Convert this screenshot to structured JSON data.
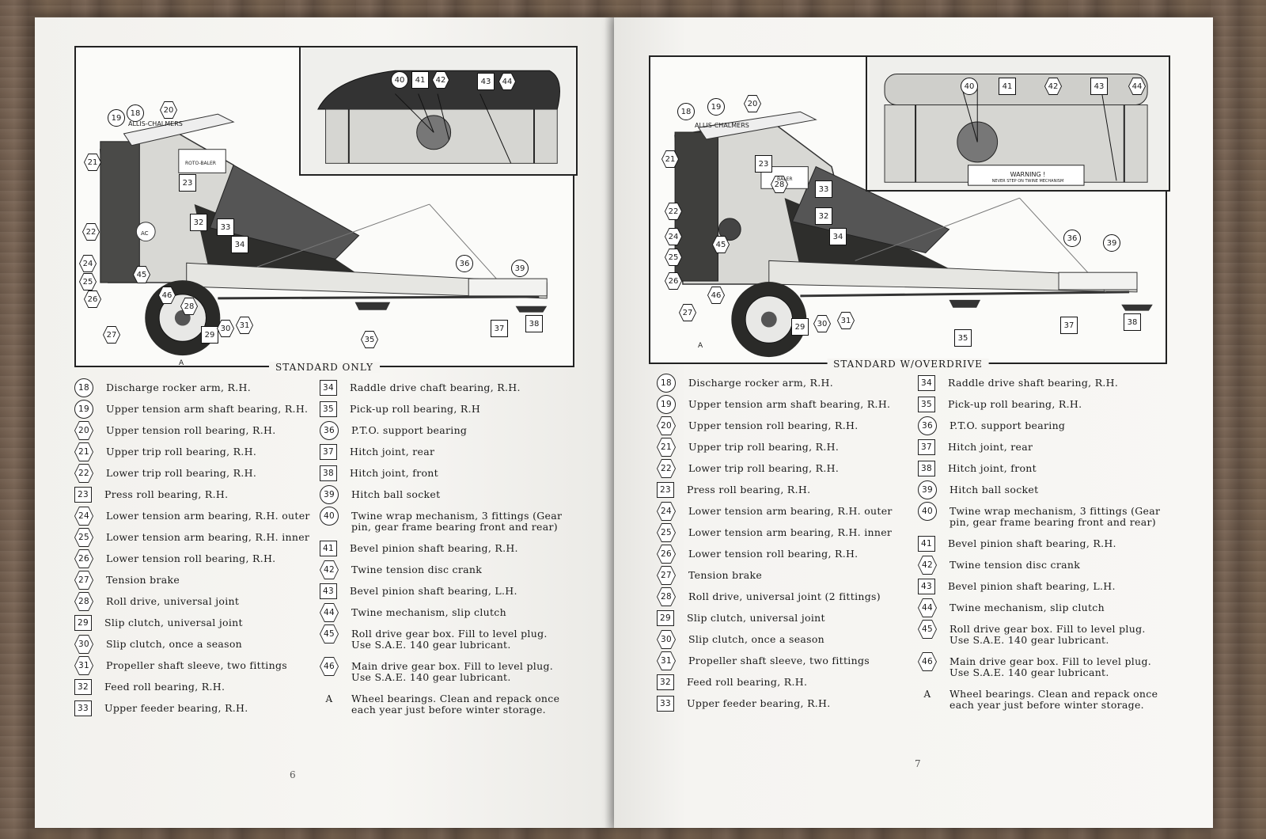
{
  "left_page": {
    "caption": "STANDARD ONLY",
    "page_number": "6",
    "brand_text": "ALLIS-CHALMERS",
    "badge_text": "AC",
    "baler_text": "ROTO-BALER",
    "wheel_letter": "A",
    "inset_callouts": [
      "40",
      "41",
      "42",
      "43",
      "44"
    ],
    "photo_callouts": [
      "18",
      "19",
      "20",
      "21",
      "22",
      "23",
      "24",
      "25",
      "26",
      "27",
      "28",
      "29",
      "30",
      "31",
      "32",
      "33",
      "34",
      "35",
      "36",
      "37",
      "38",
      "39",
      "45",
      "46"
    ],
    "legend_left": [
      {
        "num": "18",
        "shape": "circle",
        "text": "Discharge rocker arm, R.H."
      },
      {
        "num": "19",
        "shape": "circle",
        "text": "Upper tension arm shaft bearing, R.H."
      },
      {
        "num": "20",
        "shape": "hex",
        "text": "Upper tension roll bearing, R.H."
      },
      {
        "num": "21",
        "shape": "hex",
        "text": "Upper trip roll bearing, R.H."
      },
      {
        "num": "22",
        "shape": "hex",
        "text": "Lower trip roll bearing, R.H."
      },
      {
        "num": "23",
        "shape": "square",
        "text": "Press roll bearing, R.H."
      },
      {
        "num": "24",
        "shape": "hex",
        "text": "Lower tension arm bearing, R.H. outer"
      },
      {
        "num": "25",
        "shape": "hex",
        "text": "Lower tension arm bearing, R.H. inner"
      },
      {
        "num": "26",
        "shape": "hex",
        "text": "Lower tension roll bearing, R.H."
      },
      {
        "num": "27",
        "shape": "hex",
        "text": "Tension brake"
      },
      {
        "num": "28",
        "shape": "hex",
        "text": "Roll drive, universal joint"
      },
      {
        "num": "29",
        "shape": "square",
        "text": "Slip clutch, universal joint"
      },
      {
        "num": "30",
        "shape": "hex",
        "text": "Slip clutch, once a season"
      },
      {
        "num": "31",
        "shape": "hex",
        "text": "Propeller shaft sleeve, two fittings"
      },
      {
        "num": "32",
        "shape": "square",
        "text": "Feed roll bearing, R.H."
      },
      {
        "num": "33",
        "shape": "square",
        "text": "Upper feeder bearing, R.H."
      }
    ],
    "legend_right": [
      {
        "num": "34",
        "shape": "square",
        "text": "Raddle drive chaft bearing, R.H."
      },
      {
        "num": "35",
        "shape": "square",
        "text": "Pick-up roll bearing, R.H"
      },
      {
        "num": "36",
        "shape": "circle",
        "text": "P.T.O. support bearing"
      },
      {
        "num": "37",
        "shape": "square",
        "text": "Hitch joint, rear"
      },
      {
        "num": "38",
        "shape": "square",
        "text": "Hitch joint, front"
      },
      {
        "num": "39",
        "shape": "circle",
        "text": "Hitch ball socket"
      },
      {
        "num": "40",
        "shape": "circle",
        "text": "Twine wrap mechanism, 3 fittings (Gear\npin, gear frame bearing front and rear)",
        "tall": true
      },
      {
        "num": "41",
        "shape": "square",
        "text": "Bevel pinion shaft bearing, R.H."
      },
      {
        "num": "42",
        "shape": "hex",
        "text": "Twine tension disc crank"
      },
      {
        "num": "43",
        "shape": "square",
        "text": "Bevel pinion shaft bearing, L.H."
      },
      {
        "num": "44",
        "shape": "hex",
        "text": "Twine mechanism, slip clutch"
      },
      {
        "num": "45",
        "shape": "hex",
        "text": "Roll drive gear box. Fill to level plug.\nUse S.A.E. 140 gear lubricant.",
        "tall": true
      },
      {
        "num": "46",
        "shape": "hex",
        "text": "Main drive gear box. Fill to level plug.\nUse S.A.E. 140 gear lubricant.",
        "tall": true
      },
      {
        "num": "A",
        "shape": "letter",
        "text": "Wheel bearings. Clean and repack once\neach year just before winter storage.",
        "tall": true
      }
    ]
  },
  "right_page": {
    "caption": "STANDARD W/OVERDRIVE",
    "page_number": "7",
    "brand_text": "ALLIS-CHALMERS",
    "baler_text": "BALER",
    "warning_title": "WARNING !",
    "warning_text": "NEVER STEP ON TWINE MECHANISM",
    "wheel_letter": "A",
    "inset_callouts": [
      "40",
      "41",
      "42",
      "43",
      "44"
    ],
    "photo_callouts": [
      "18",
      "19",
      "20",
      "21",
      "22",
      "23",
      "24",
      "25",
      "26",
      "27",
      "28",
      "29",
      "30",
      "31",
      "32",
      "33",
      "34",
      "35",
      "36",
      "37",
      "38",
      "39",
      "45",
      "46"
    ],
    "legend_left": [
      {
        "num": "18",
        "shape": "circle",
        "text": "Discharge rocker arm, R.H."
      },
      {
        "num": "19",
        "shape": "circle",
        "text": "Upper tension arm shaft bearing, R.H."
      },
      {
        "num": "20",
        "shape": "hex",
        "text": "Upper tension roll bearing, R.H."
      },
      {
        "num": "21",
        "shape": "hex",
        "text": "Upper trip roll bearing, R.H."
      },
      {
        "num": "22",
        "shape": "hex",
        "text": "Lower trip roll bearing, R.H."
      },
      {
        "num": "23",
        "shape": "square",
        "text": "Press roll bearing, R.H."
      },
      {
        "num": "24",
        "shape": "hex",
        "text": "Lower tension arm bearing, R.H. outer"
      },
      {
        "num": "25",
        "shape": "hex",
        "text": "Lower tension arm bearing, R.H. inner"
      },
      {
        "num": "26",
        "shape": "hex",
        "text": "Lower tension roll bearing, R.H."
      },
      {
        "num": "27",
        "shape": "hex",
        "text": "Tension brake"
      },
      {
        "num": "28",
        "shape": "hex",
        "text": "Roll drive, universal joint (2 fittings)"
      },
      {
        "num": "29",
        "shape": "square",
        "text": "Slip clutch, universal joint"
      },
      {
        "num": "30",
        "shape": "hex",
        "text": "Slip clutch, once a season"
      },
      {
        "num": "31",
        "shape": "hex",
        "text": "Propeller shaft sleeve, two fittings"
      },
      {
        "num": "32",
        "shape": "square",
        "text": "Feed roll bearing, R.H."
      },
      {
        "num": "33",
        "shape": "square",
        "text": "Upper feeder bearing, R.H."
      }
    ],
    "legend_right": [
      {
        "num": "34",
        "shape": "square",
        "text": "Raddle drive shaft bearing, R.H."
      },
      {
        "num": "35",
        "shape": "square",
        "text": "Pick-up roll bearing, R.H."
      },
      {
        "num": "36",
        "shape": "circle",
        "text": "P.T.O. support bearing"
      },
      {
        "num": "37",
        "shape": "square",
        "text": "Hitch joint, rear"
      },
      {
        "num": "38",
        "shape": "square",
        "text": "Hitch joint, front"
      },
      {
        "num": "39",
        "shape": "circle",
        "text": "Hitch ball socket"
      },
      {
        "num": "40",
        "shape": "circle",
        "text": "Twine wrap mechanism, 3 fittings (Gear\npin, gear frame bearing front and rear)",
        "tall": true
      },
      {
        "num": "41",
        "shape": "square",
        "text": "Bevel pinion shaft bearing, R.H."
      },
      {
        "num": "42",
        "shape": "hex",
        "text": "Twine tension disc crank"
      },
      {
        "num": "43",
        "shape": "square",
        "text": "Bevel pinion shaft bearing, L.H."
      },
      {
        "num": "44",
        "shape": "hex",
        "text": "Twine mechanism, slip clutch"
      },
      {
        "num": "45",
        "shape": "hex",
        "text": "Roll drive gear box. Fill to level plug.\nUse S.A.E. 140 gear lubricant.",
        "tall": true
      },
      {
        "num": "46",
        "shape": "hex",
        "text": "Main drive gear box. Fill to level plug.\nUse S.A.E. 140 gear lubricant.",
        "tall": true
      },
      {
        "num": "A",
        "shape": "letter",
        "text": "Wheel bearings. Clean and repack once\neach year just before winter storage.",
        "tall": true
      }
    ]
  }
}
